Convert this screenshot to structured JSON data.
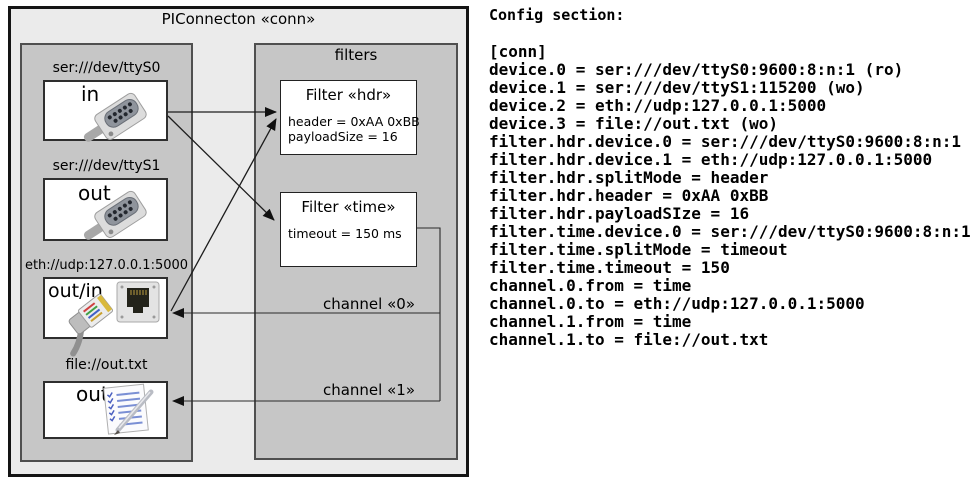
{
  "diagram": {
    "title": "PIConnecton «conn»",
    "filters_title": "filters",
    "devices": [
      {
        "label": "ser:///dev/ttyS0",
        "port": "in",
        "icon": "serial-connector-icon"
      },
      {
        "label": "ser:///dev/ttyS1",
        "port": "out",
        "icon": "serial-connector-icon"
      },
      {
        "label": "eth://udp:127.0.0.1:5000",
        "port": "out/in",
        "icon": "ethernet-connector-icon"
      },
      {
        "label": "file://out.txt",
        "port": "out",
        "icon": "notepad-icon"
      }
    ],
    "filters": [
      {
        "title": "Filter «hdr»",
        "attributes": [
          "header = 0xAA 0xBB",
          "payloadSize = 16"
        ]
      },
      {
        "title": "Filter «time»",
        "attributes": [
          "timeout = 150 ms"
        ]
      }
    ],
    "channels": [
      {
        "label": "channel «0»"
      },
      {
        "label": "channel «1»"
      }
    ]
  },
  "config": {
    "heading": "Config section:",
    "lines": [
      "[conn]",
      "device.0 = ser:///dev/ttyS0:9600:8:n:1 (ro)",
      "device.1 = ser:///dev/ttyS1:115200 (wo)",
      "device.2 = eth://udp:127.0.0.1:5000",
      "device.3 = file://out.txt (wo)",
      "filter.hdr.device.0 = ser:///dev/ttyS0:9600:8:n:1",
      "filter.hdr.device.1 = eth://udp:127.0.0.1:5000",
      "filter.hdr.splitMode = header",
      "filter.hdr.header = 0xAA 0xBB",
      "filter.hdr.payloadSIze = 16",
      "filter.time.device.0 = ser:///dev/ttyS0:9600:8:n:1",
      "filter.time.splitMode = timeout",
      "filter.time.timeout = 150",
      "channel.0.from = time",
      "channel.0.to = eth://udp:127.0.0.1:5000",
      "channel.1.from = time",
      "channel.1.to = file://out.txt"
    ]
  },
  "colors": {
    "frame_bg": "#ebebeb",
    "panel_bg": "#c6c6c6",
    "box_bg": "#ffffff",
    "frame_border": "#141414",
    "panel_border": "#4f4f4f",
    "text": "#000000"
  }
}
